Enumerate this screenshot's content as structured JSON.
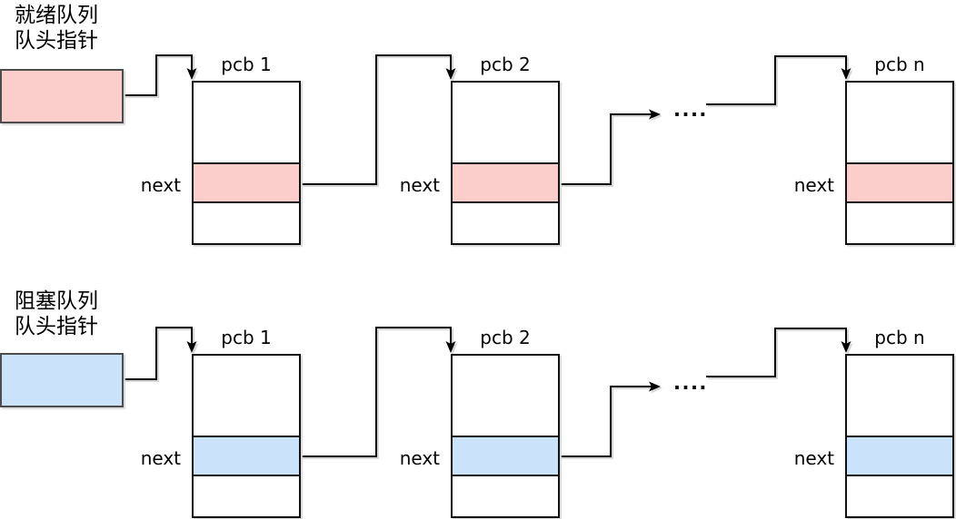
{
  "colors": {
    "ready_fill": "#fbcecb",
    "blocked_fill": "#cbe2fb",
    "line": "#000000",
    "head_border": "#4d4d4d",
    "node_border": "#111111"
  },
  "queues": [
    {
      "name": "ready-queue",
      "label_line1": "就绪队列",
      "label_line2": "队头指针",
      "ellipsis": "....",
      "nodes": [
        {
          "title": "pcb 1",
          "next_label": "next"
        },
        {
          "title": "pcb 2",
          "next_label": "next"
        },
        {
          "title": "pcb n",
          "next_label": "next"
        }
      ]
    },
    {
      "name": "blocked-queue",
      "label_line1": "阻塞队列",
      "label_line2": "队头指针",
      "ellipsis": "....",
      "nodes": [
        {
          "title": "pcb 1",
          "next_label": "next"
        },
        {
          "title": "pcb 2",
          "next_label": "next"
        },
        {
          "title": "pcb n",
          "next_label": "next"
        }
      ]
    }
  ]
}
